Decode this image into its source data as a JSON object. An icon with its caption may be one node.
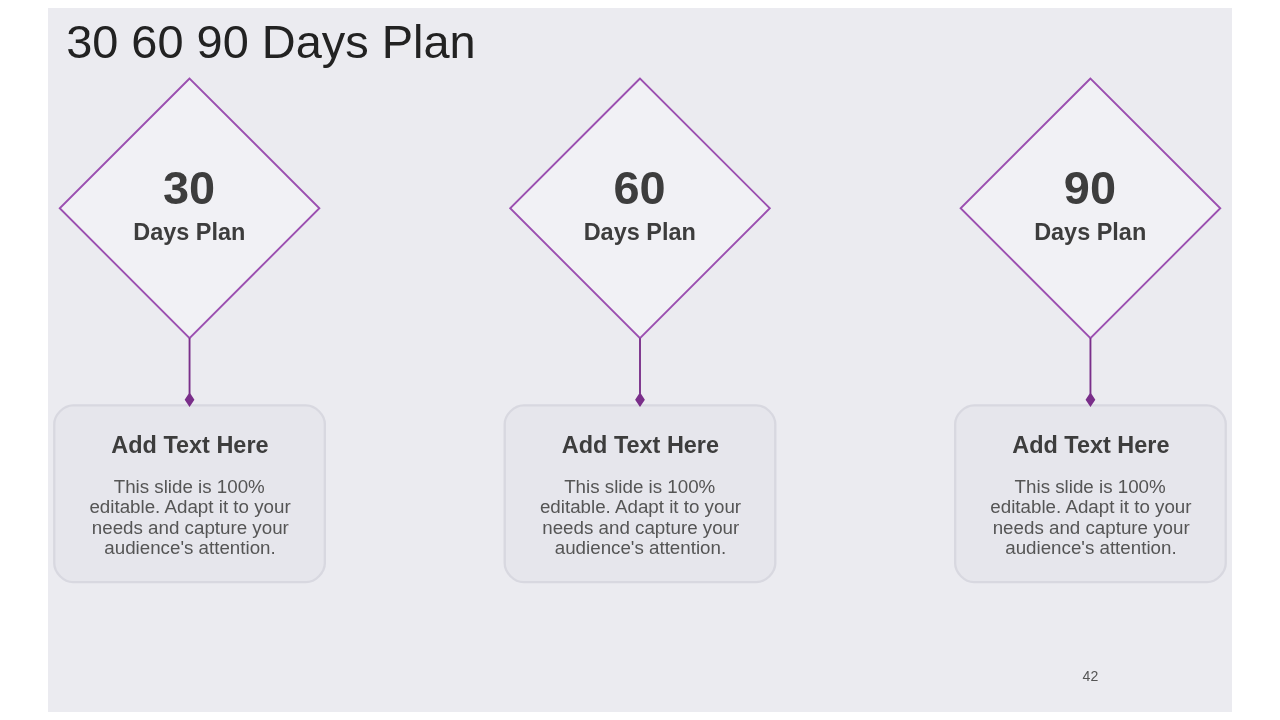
{
  "diagram": {
    "title": "30 60 90 Days Plan",
    "nodes": [
      {
        "text": [
          "30",
          "Days Plan"
        ]
      },
      {
        "text": [
          "60",
          "Days Plan"
        ]
      },
      {
        "text": [
          "90",
          "Days Plan"
        ]
      },
      {
        "text": [
          "Add Text Here",
          "This slide is 100% editable. Adapt it to your needs and capture your audience's attention."
        ]
      },
      {
        "text": [
          "Add Text Here",
          "This slide is 100% editable. Adapt it to your needs and capture your audience's attention."
        ]
      },
      {
        "text": [
          "Add Text Here",
          "This slide is 100% editable. Adapt it to your needs and capture your audience's attention."
        ]
      }
    ],
    "edges": [
      {
        "from": 0,
        "to": 3,
        "arrow": "other"
      },
      {
        "from": 1,
        "to": 4,
        "arrow": "other"
      },
      {
        "from": 2,
        "to": 5,
        "arrow": "other"
      }
    ],
    "labels": [
      "42"
    ]
  }
}
